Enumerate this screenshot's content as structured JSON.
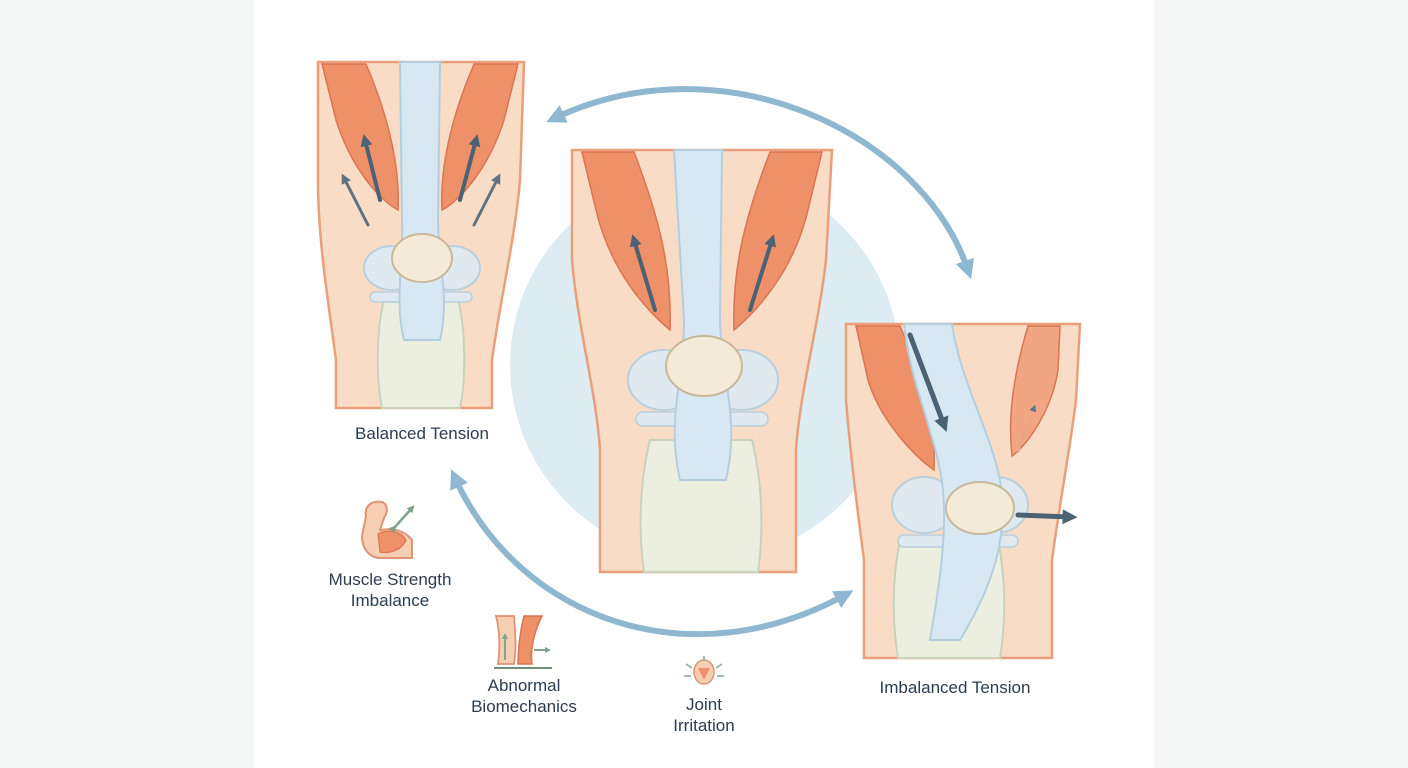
{
  "labels": {
    "balanced": "Balanced Tension",
    "imbalanced": "Imbalanced Tension",
    "muscle_line1": "Muscle Strength",
    "muscle_line2": "Imbalance",
    "biomech_line1": "Abnormal",
    "biomech_line2": "Biomechanics",
    "joint_line1": "Joint",
    "joint_line2": "Irritation"
  },
  "icons": [
    "flexed-arm-icon",
    "leg-force-icon",
    "irritated-joint-icon"
  ],
  "colors": {
    "skin": "#f9dcc6",
    "skin_outline": "#e9a07a",
    "muscle": "#ee9068",
    "tendon": "#d7e8f2",
    "bone": "#ecefe0",
    "cycle_arrow": "#8fb7d0",
    "force_arrow": "#4a6274",
    "halo": "#dcecf2"
  }
}
